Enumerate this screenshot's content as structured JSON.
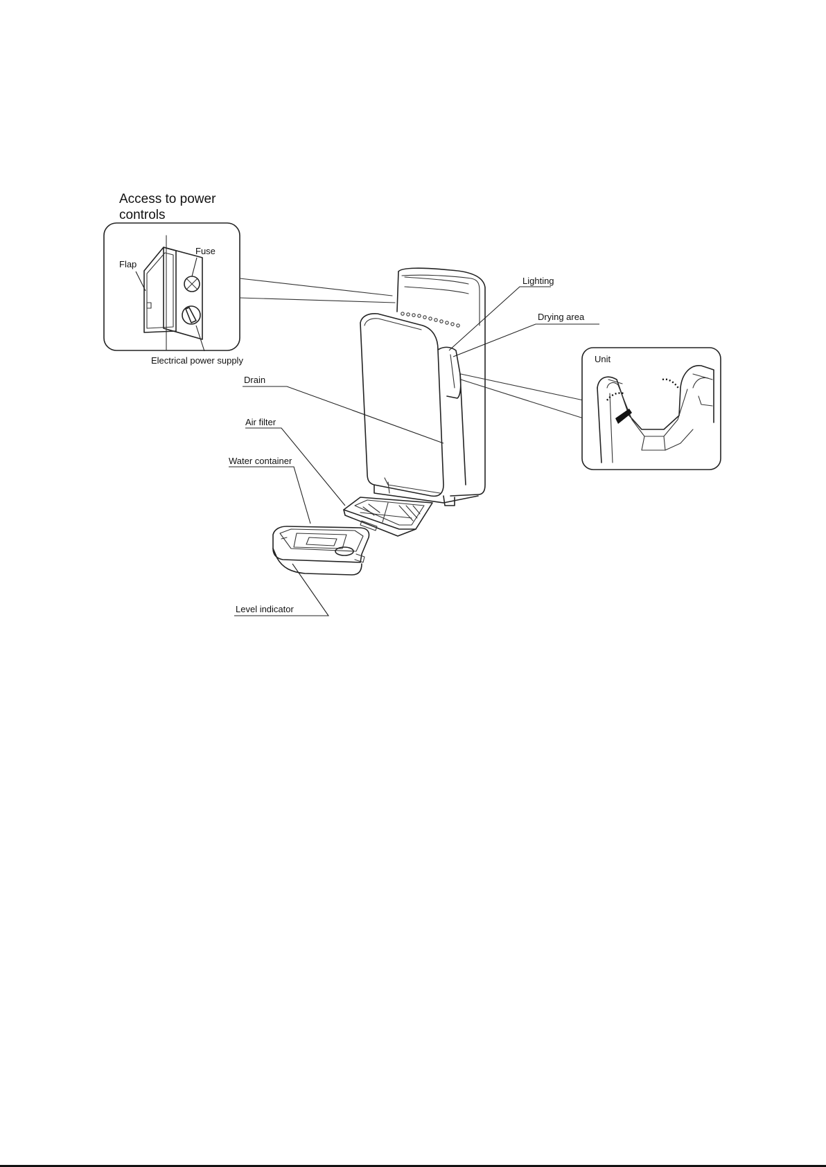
{
  "heading": {
    "line1": "Access to power",
    "line2": "controls"
  },
  "labels": {
    "flap": "Flap",
    "fuse": "Fuse",
    "electrical_power_supply": "Electrical power supply",
    "lighting": "Lighting",
    "drying_area": "Drying area",
    "unit": "Unit",
    "drain": "Drain",
    "air_filter": "Air filter",
    "water_container": "Water container",
    "level_indicator": "Level indicator"
  }
}
